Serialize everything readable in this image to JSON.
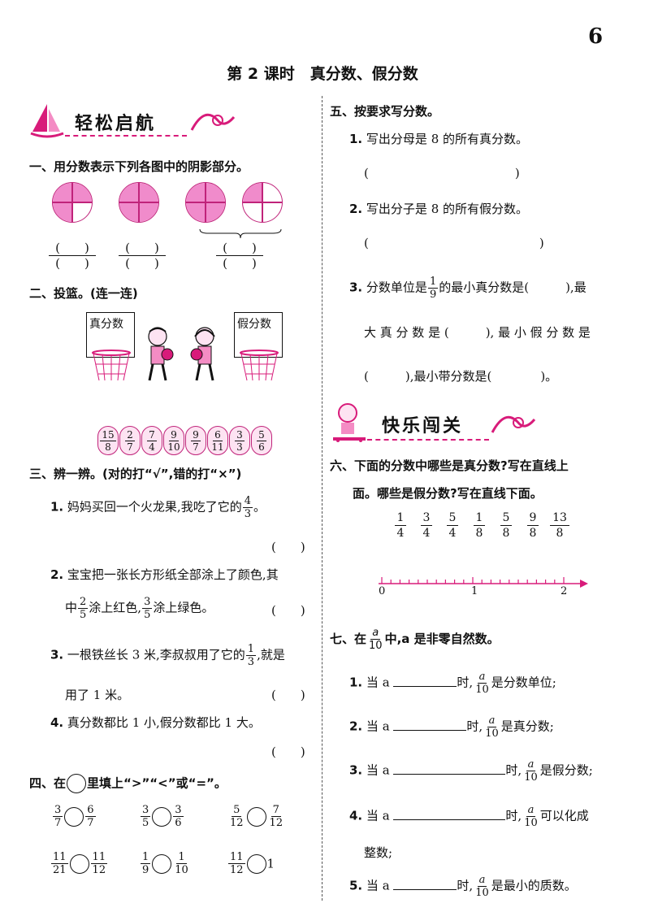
{
  "page": {
    "number": "6",
    "title": "第 2 课时　真分数、假分数"
  },
  "banners": {
    "left": "轻松启航",
    "right": "快乐闯关"
  },
  "section1": {
    "heading": "一、用分数表示下列各图中的阴影部分。",
    "paren_line": "(　　)"
  },
  "section2": {
    "heading": "二、投篮。(连一连)",
    "basket_left": "真分数",
    "basket_right": "假分数",
    "balls": [
      {
        "n": "15",
        "d": "8"
      },
      {
        "n": "2",
        "d": "7"
      },
      {
        "n": "7",
        "d": "4"
      },
      {
        "n": "9",
        "d": "10"
      },
      {
        "n": "9",
        "d": "7"
      },
      {
        "n": "6",
        "d": "11"
      },
      {
        "n": "3",
        "d": "3"
      },
      {
        "n": "5",
        "d": "6"
      }
    ]
  },
  "section3": {
    "heading": "三、辨一辨。(对的打“√”,错的打“×”)",
    "paren": "(　　)",
    "q1": {
      "num": "1.",
      "text": "妈妈买回一个火龙果,我吃了它的",
      "fn": "4",
      "fd": "3",
      "tail": "。"
    },
    "q2": {
      "num": "2.",
      "line1": "宝宝把一张长方形纸全部涂上了颜色,其",
      "a": "中",
      "f1n": "2",
      "f1d": "5",
      "b": "涂上红色,",
      "f2n": "3",
      "f2d": "5",
      "c": "涂上绿色。"
    },
    "q3": {
      "num": "3.",
      "line1a": "一根铁丝长 3 米,李叔叔用了它的",
      "fn": "1",
      "fd": "3",
      "line1b": ",就是",
      "line2": "用了 1 米。"
    },
    "q4": {
      "num": "4.",
      "text": "真分数都比 1 小,假分数都比 1 大。"
    }
  },
  "section4": {
    "heading_a": "四、在",
    "heading_b": "里填上“>”“<”或“=”。",
    "items": [
      {
        "a_n": "3",
        "a_d": "7",
        "b_n": "6",
        "b_d": "7"
      },
      {
        "a_n": "3",
        "a_d": "5",
        "b_n": "3",
        "b_d": "6"
      },
      {
        "a_n": "5",
        "a_d": "12",
        "b_n": "7",
        "b_d": "12"
      },
      {
        "a_n": "11",
        "a_d": "21",
        "b_n": "11",
        "b_d": "12"
      },
      {
        "a_n": "1",
        "a_d": "9",
        "b_n": "1",
        "b_d": "10"
      },
      {
        "a_n": "11",
        "a_d": "12",
        "b_int": "1"
      }
    ]
  },
  "section5": {
    "heading": "五、按要求写分数。",
    "q1": {
      "num": "1.",
      "text": "写出分母是 8 的所有真分数。",
      "answer": "(　　　　　　　　　　　　)"
    },
    "q2": {
      "num": "2.",
      "text": "写出分子是 8 的所有假分数。",
      "answer": "(　　　　　　　　　　　　　　)"
    },
    "q3": {
      "num": "3.",
      "a": "分数单位是",
      "fn": "1",
      "fd": "9",
      "b": "的最小真分数是(　　　),最",
      "line2": "大 真 分 数 是 (　　　), 最 小 假 分 数 是",
      "line3": "(　　　),最小带分数是(　　　　)。"
    }
  },
  "section6": {
    "heading_line1": "六、下面的分数中哪些是真分数?写在直线上",
    "heading_line2": "面。哪些是假分数?写在直线下面。",
    "fractions": [
      {
        "n": "1",
        "d": "4"
      },
      {
        "n": "3",
        "d": "4"
      },
      {
        "n": "5",
        "d": "4"
      },
      {
        "n": "1",
        "d": "8"
      },
      {
        "n": "5",
        "d": "8"
      },
      {
        "n": "9",
        "d": "8"
      },
      {
        "n": "13",
        "d": "8"
      }
    ],
    "axis_labels": [
      "0",
      "1",
      "2"
    ]
  },
  "section7": {
    "heading_a": "七、在",
    "heading_fn": "a",
    "heading_fd": "10",
    "heading_b": "中,a 是非零自然数。",
    "when": "当 a",
    "shi": "时,",
    "fn": "a",
    "fd": "10",
    "q1": {
      "num": "1.",
      "tail": "是分数单位;"
    },
    "q2": {
      "num": "2.",
      "tail": "是真分数;"
    },
    "q3": {
      "num": "3.",
      "tail": "是假分数;"
    },
    "q4": {
      "num": "4.",
      "tail": "可以化成",
      "line2": "整数;"
    },
    "q5": {
      "num": "5.",
      "tail": "是最小的质数。"
    }
  }
}
